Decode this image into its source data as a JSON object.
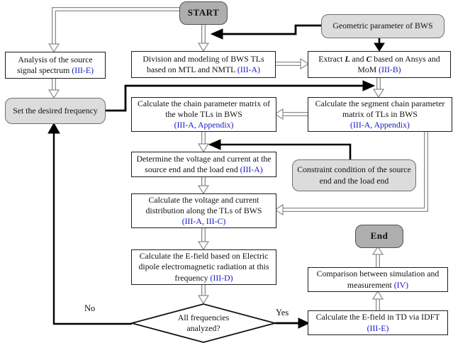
{
  "colors": {
    "ref_blue": "#1515cb",
    "node_fill_light": "#dcdcdc",
    "node_fill_dark": "#aeaeae",
    "arrow_black": "#000000",
    "arrow_outline_gray": "#8c8c8c"
  },
  "nodes": {
    "start": {
      "label": "START"
    },
    "geo": {
      "label": "Geometric parameter of BWS"
    },
    "analysis": {
      "line1": "Analysis of the source",
      "line2": "signal spectrum ",
      "ref": "(III-E)"
    },
    "division": {
      "line1": "Division and modeling of BWS TLs",
      "line2": "based on MTL and NMTL ",
      "ref": "(III-A)"
    },
    "extract": {
      "pre": "Extract ",
      "l": "L",
      "mid": " and ",
      "c": "C",
      "post": "  based on Ansys and",
      "line2": "MoM ",
      "ref": "(III-B)"
    },
    "setfreq": {
      "label": "Set the desired frequency"
    },
    "chain": {
      "line1": "Calculate the chain parameter matrix of",
      "line2": "the whole TLs in BWS",
      "ref": "(III-A, Appendix)"
    },
    "segment": {
      "line1": "Calculate the segment chain parameter",
      "line2": "matrix of TLs in BWS",
      "ref": "(III-A, Appendix)"
    },
    "determine": {
      "line1": "Determine the voltage and current at the",
      "line2": "source end and the load end ",
      "ref": "(III-A)"
    },
    "constraint": {
      "line1": "Constraint condition of the source",
      "line2": "end and the load end"
    },
    "calcdist": {
      "line1": "Calculate the voltage and current",
      "line2": "distribution along the TLs of BWS",
      "ref": "(III-A, III-C)"
    },
    "end": {
      "label": "End"
    },
    "efield": {
      "line1": "Calculate the E-field based on Electric",
      "line2": "dipole electromagnetic radiation at this",
      "line3": "frequency  ",
      "ref": "(III-D)"
    },
    "comparison": {
      "line1": "Comparison between simulation and",
      "line2": "measurement  ",
      "ref": "(IV)"
    },
    "diamond": {
      "line1": "All frequencies",
      "line2": "analyzed?"
    },
    "idft": {
      "line1": "Calculate the E-field in TD via IDFT",
      "ref": "(III-E)"
    }
  },
  "branch_labels": {
    "no": "No",
    "yes": "Yes"
  }
}
